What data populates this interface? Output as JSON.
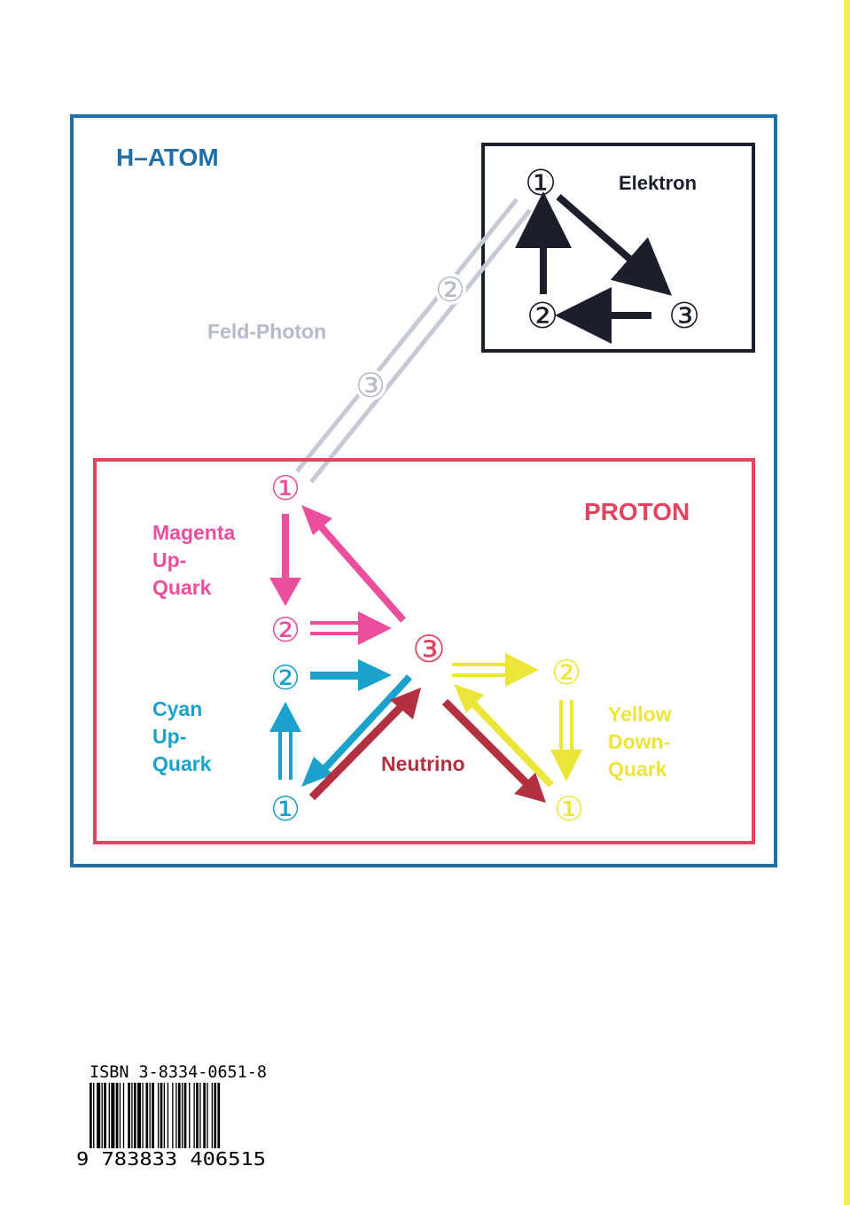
{
  "atom": {
    "title": "H–ATOM",
    "color": "#1f6fa8",
    "field_label": "Feld-Photon",
    "field_color": "#b4bac8",
    "field_nodes": [
      "②",
      "③"
    ]
  },
  "electron": {
    "title": "Elektron",
    "color": "#1a1f2b",
    "nodes": [
      "①",
      "②",
      "③"
    ]
  },
  "proton": {
    "title": "PROTON",
    "color": "#e2435f",
    "center_node": "③"
  },
  "magenta_quark": {
    "label_lines": [
      "Magenta",
      "Up-",
      "Quark"
    ],
    "color": "#ec4e9e",
    "nodes": [
      "①",
      "②"
    ]
  },
  "cyan_quark": {
    "label_lines": [
      "Cyan",
      "Up-",
      "Quark"
    ],
    "color": "#1aa2cc",
    "nodes": [
      "②",
      "①"
    ]
  },
  "yellow_quark": {
    "label_lines": [
      "Yellow",
      "Down-",
      "Quark"
    ],
    "color": "#ece53a",
    "nodes": [
      "②",
      "①"
    ]
  },
  "neutrino": {
    "label": "Neutrino",
    "color": "#b23040"
  },
  "barcode": {
    "isbn": "ISBN 3-8334-0651-8",
    "digits": "9 783833 406515"
  },
  "edge_stripe_color": "#f5ee50"
}
